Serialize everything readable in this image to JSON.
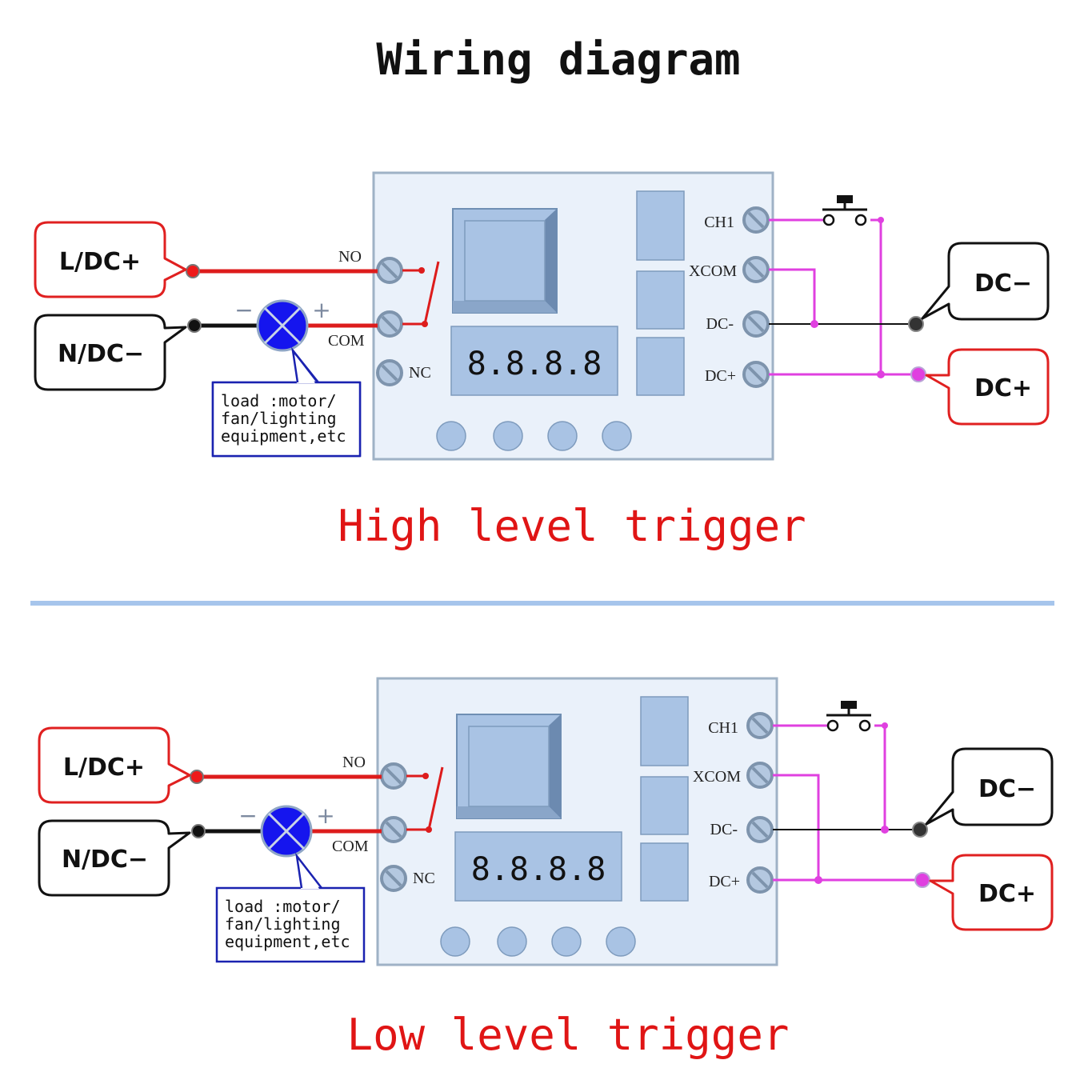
{
  "title": "Wiring diagram",
  "colors": {
    "board_fill": "#eaf1fa",
    "board_stroke": "#9fb2c6",
    "component_fill": "#a9c3e4",
    "red_wire": "#dd1c1c",
    "magenta_wire": "#e040e0",
    "black_wire": "#111111",
    "load_blue": "#1515ee",
    "divider": "#a6c5ec",
    "trigger_text": "#e01515"
  },
  "diagrams": [
    {
      "caption": "High level trigger",
      "board": {
        "display": "8.8.8.8",
        "relay_labels": {
          "no": "NO",
          "com": "COM",
          "nc": "NC"
        },
        "terminals": {
          "ch1": "CH1",
          "xcom": "XCOM",
          "dc_minus": "DC-",
          "dc_plus": "DC+"
        }
      },
      "callouts": {
        "l_dc": "L/DC+",
        "n_dc": "N/DC−",
        "dc_minus": "DC−",
        "dc_plus": "DC+"
      },
      "load": {
        "minus": "−",
        "plus": "+",
        "lines": [
          "load :motor/",
          "fan/lighting",
          "equipment,etc"
        ]
      }
    },
    {
      "caption": "Low level trigger",
      "board": {
        "display": "8.8.8.8",
        "relay_labels": {
          "no": "NO",
          "com": "COM",
          "nc": "NC"
        },
        "terminals": {
          "ch1": "CH1",
          "xcom": "XCOM",
          "dc_minus": "DC-",
          "dc_plus": "DC+"
        }
      },
      "callouts": {
        "l_dc": "L/DC+",
        "n_dc": "N/DC−",
        "dc_minus": "DC−",
        "dc_plus": "DC+"
      },
      "load": {
        "minus": "−",
        "plus": "+",
        "lines": [
          "load :motor/",
          "fan/lighting",
          "equipment,etc"
        ]
      }
    }
  ]
}
